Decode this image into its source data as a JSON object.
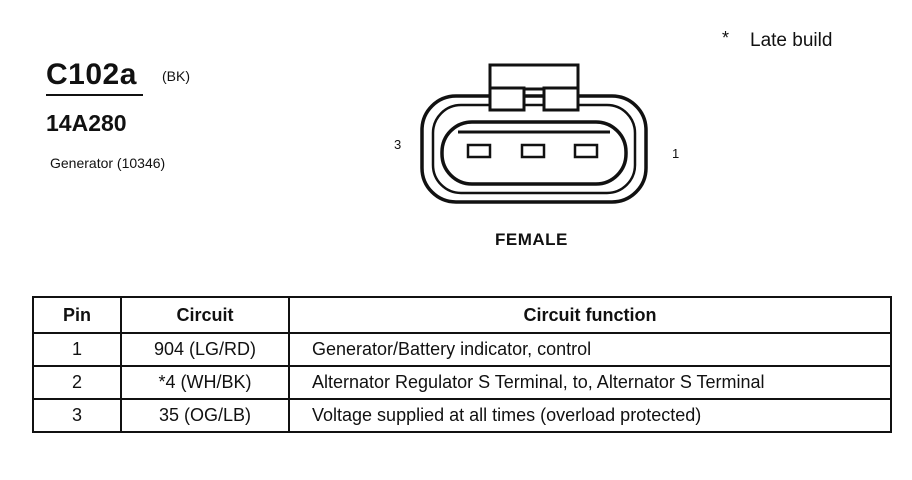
{
  "note": {
    "star": "*",
    "text": "Late build"
  },
  "connector": {
    "id": "C102a",
    "color_code": "(BK)",
    "part_number": "14A280",
    "component": "Generator (10346)",
    "pin_label_left": "3",
    "pin_label_right": "1",
    "gender": "FEMALE"
  },
  "table": {
    "headers": [
      "Pin",
      "Circuit",
      "Circuit function"
    ],
    "rows": [
      [
        "1",
        "904 (LG/RD)",
        "Generator/Battery indicator, control"
      ],
      [
        "2",
        "*4 (WH/BK)",
        "Alternator Regulator S Terminal, to, Alternator S Terminal"
      ],
      [
        "3",
        "35 (OG/LB)",
        "Voltage supplied at all times (overload protected)"
      ]
    ]
  }
}
